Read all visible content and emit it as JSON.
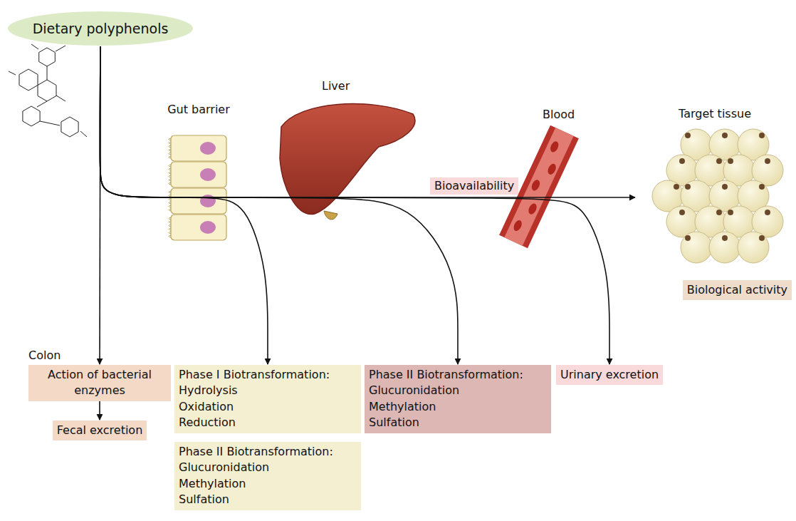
{
  "diagram": {
    "nodes": [
      {
        "text": [
          "Dietary polyphenols"
        ]
      },
      {
        "text": [
          "Target tissue"
        ]
      },
      {
        "text": [
          "Biological activity"
        ]
      },
      {
        "text": [
          "Action of bacterial enzymes"
        ]
      },
      {
        "text": [
          "Fecal excretion"
        ]
      },
      {
        "text": [
          "Phase I Biotransformation:",
          "Hydrolysis",
          "Oxidation",
          "Reduction"
        ]
      },
      {
        "text": [
          "Phase II Biotransformation:",
          "Glucuronidation",
          "Methylation",
          "Sulfation"
        ]
      },
      {
        "text": [
          "Phase II Biotransformation:",
          "Glucuronidation",
          "Methylation",
          "Sulfation"
        ]
      },
      {
        "text": [
          "Urinary excretion"
        ]
      }
    ],
    "edges": [
      {
        "from": 0,
        "to": 1,
        "arrow": "to",
        "label": "Bioavailability"
      },
      {
        "from": 0,
        "to": 3,
        "arrow": "to"
      },
      {
        "from": 3,
        "to": 4,
        "arrow": "to"
      },
      {
        "from": 0,
        "to": 5,
        "arrow": "to"
      },
      {
        "from": 0,
        "to": 7,
        "arrow": "to"
      },
      {
        "from": 0,
        "to": 8,
        "arrow": "to"
      }
    ],
    "labels": [
      "Gut barrier",
      "Liver",
      "Blood",
      "Colon"
    ]
  }
}
